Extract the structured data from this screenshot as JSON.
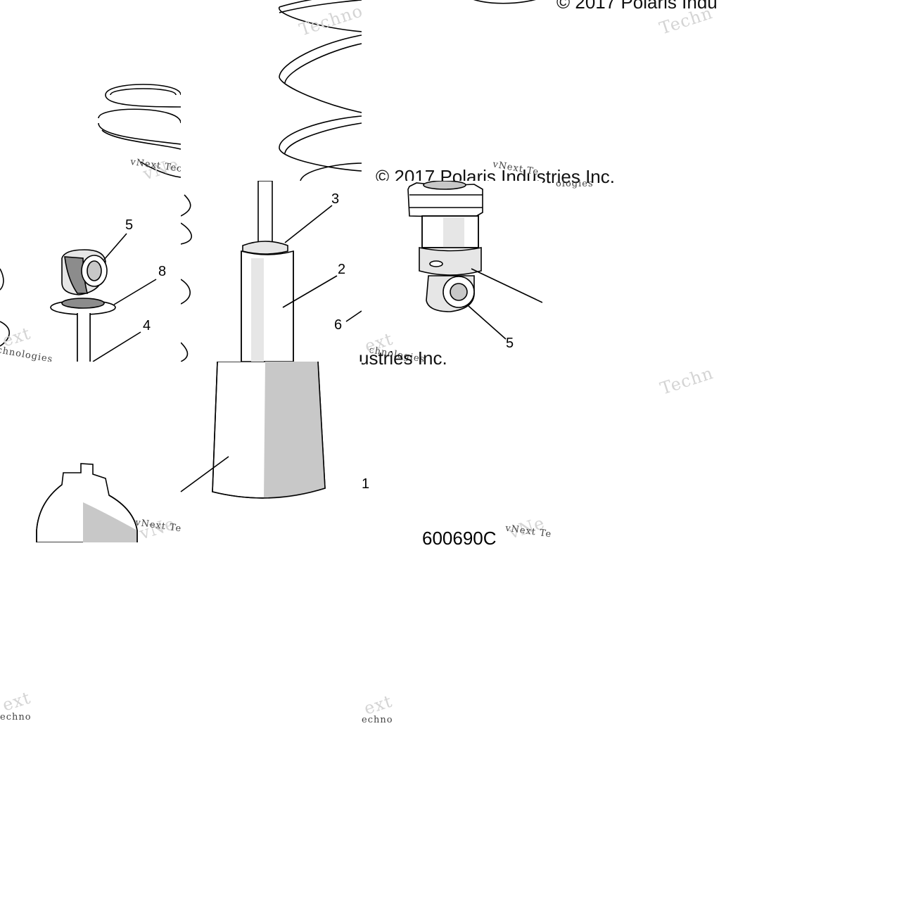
{
  "copyright": "© 2017 Polaris Industries Inc.",
  "copyright_fragments": {
    "top_right": "© 2017 Polaris Indu",
    "middle": "© 2017 Polaris Industries Inc.",
    "lower": "ustries Inc."
  },
  "figure_code": "600690C",
  "watermark": {
    "brand": "vNext Technologies",
    "fragments": [
      "Techno",
      "vNext Tec",
      "chnologies",
      "ext",
      "echno",
      "Techn",
      "vNext Te",
      "vNe",
      "vNe",
      "ologies"
    ]
  },
  "callouts": {
    "shaft_tube_left": "5",
    "washer": "8",
    "rod": "4",
    "bushing_top": "3",
    "body": "2",
    "spring": "6",
    "eyelet_right": "5",
    "shock_assembly": "1"
  },
  "colors": {
    "line": "#000000",
    "shade_light": "#e6e6e6",
    "shade_mid": "#c8c8c8",
    "shade_dark": "#8c8c8c",
    "watermark": "#d4d4d4"
  }
}
